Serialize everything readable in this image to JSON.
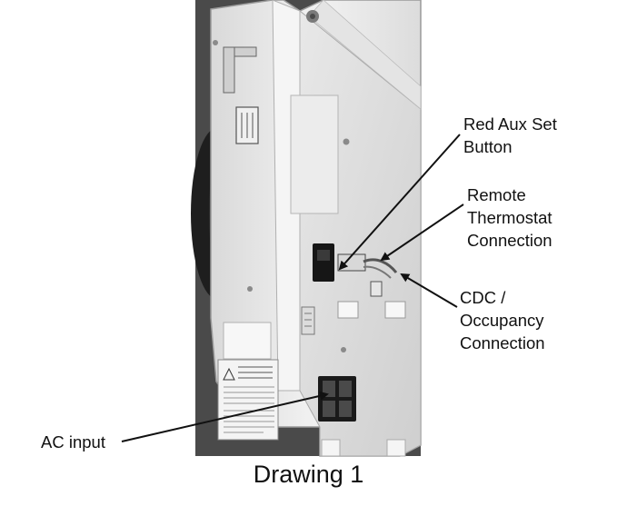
{
  "callouts": {
    "red_aux_set": [
      "Red Aux Set",
      "Button"
    ],
    "remote_thermostat": [
      "Remote",
      "Thermostat",
      "Connection"
    ],
    "cdc_occupancy": [
      "CDC /",
      "Occupancy",
      "Connection"
    ],
    "ac_input": [
      "AC input"
    ]
  },
  "caption": "Drawing 1"
}
